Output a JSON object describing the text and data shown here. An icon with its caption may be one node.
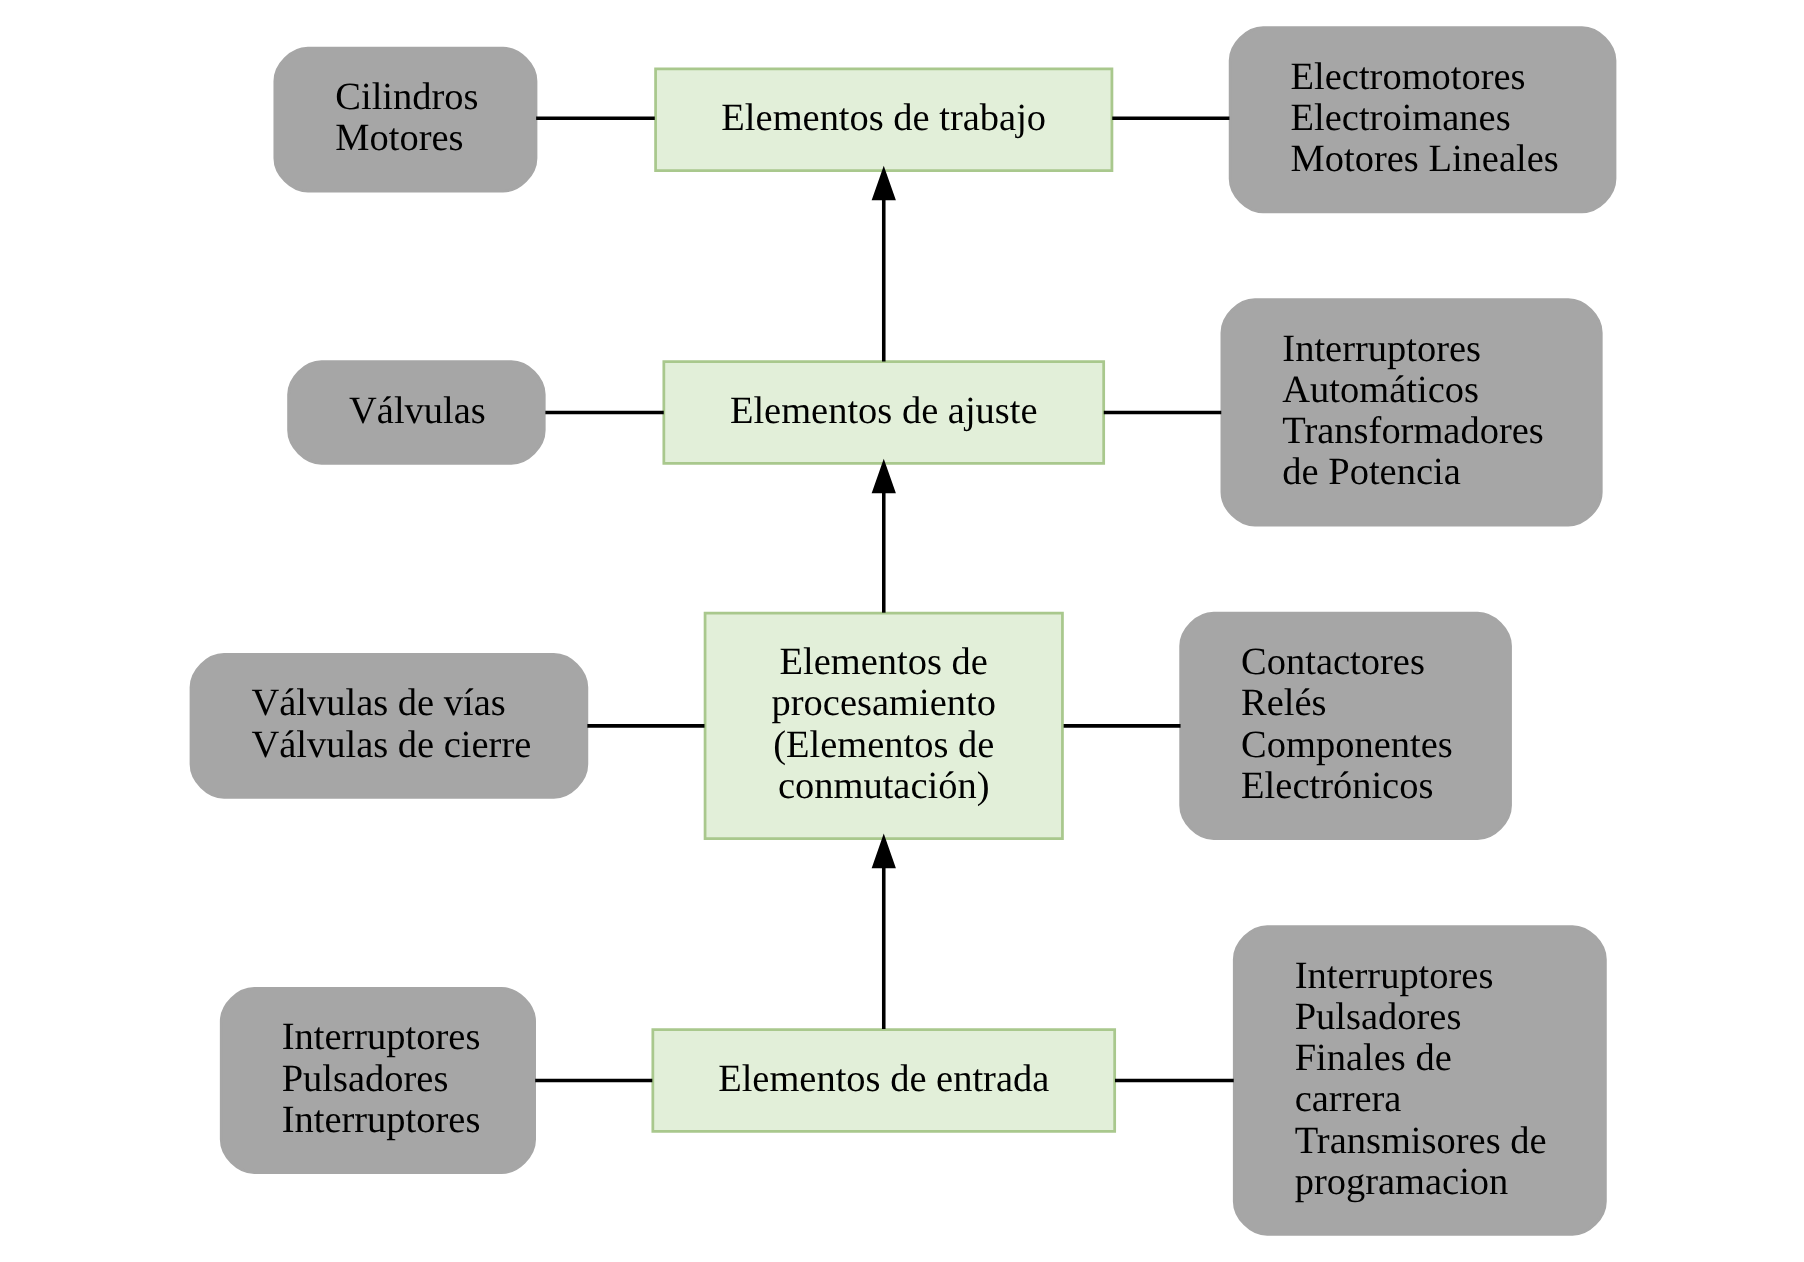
{
  "diagram": {
    "nodes": [
      {
        "text": [
          "Cilindros",
          "Motores"
        ]
      },
      {
        "text": [
          "Elementos de trabajo"
        ]
      },
      {
        "text": [
          "Electromotores",
          "Electroimanes",
          "Motores Lineales"
        ]
      },
      {
        "text": [
          "Válvulas"
        ]
      },
      {
        "text": [
          "Elementos de ajuste"
        ]
      },
      {
        "text": [
          "Interruptores Automáticos",
          "Transformadores de Potencia"
        ]
      },
      {
        "text": [
          "Válvulas de vías",
          "Válvulas de cierre"
        ]
      },
      {
        "text": [
          "Elementos de procesamiento (Elementos de conmutación)"
        ]
      },
      {
        "text": [
          "Contactores",
          "Relés",
          "Componentes Electrónicos"
        ]
      },
      {
        "text": [
          "Interruptores",
          "Pulsadores",
          "Interruptores"
        ]
      },
      {
        "text": [
          "Elementos de entrada"
        ]
      },
      {
        "text": [
          "Interruptores",
          "Pulsadores",
          "Finales de carrera",
          "Transmisores de programacion"
        ]
      }
    ],
    "edges": [
      {
        "from": 0,
        "to": 1,
        "arrow": "none"
      },
      {
        "from": 1,
        "to": 2,
        "arrow": "none"
      },
      {
        "from": 3,
        "to": 4,
        "arrow": "none"
      },
      {
        "from": 4,
        "to": 5,
        "arrow": "none"
      },
      {
        "from": 6,
        "to": 7,
        "arrow": "none"
      },
      {
        "from": 7,
        "to": 8,
        "arrow": "none"
      },
      {
        "from": 9,
        "to": 10,
        "arrow": "none"
      },
      {
        "from": 10,
        "to": 11,
        "arrow": "none"
      },
      {
        "from": 10,
        "to": 7,
        "arrow": "to"
      },
      {
        "from": 7,
        "to": 4,
        "arrow": "to"
      },
      {
        "from": 4,
        "to": 1,
        "arrow": "to"
      }
    ]
  }
}
